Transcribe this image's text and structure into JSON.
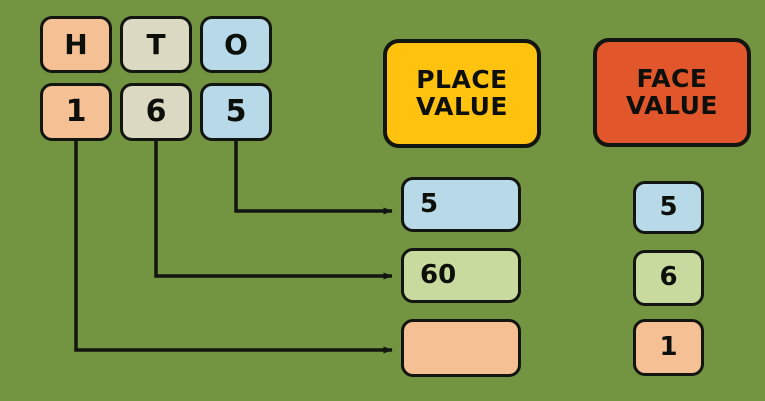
{
  "background_color": "#739440",
  "stroke_color": "#121510",
  "place_value_columns": {
    "headers": [
      {
        "label": "H",
        "name": "hundreds",
        "color": "#f6c095"
      },
      {
        "label": "T",
        "name": "tens",
        "color": "#dcd9c3"
      },
      {
        "label": "O",
        "name": "ones",
        "color": "#b7d9e8"
      }
    ],
    "digits": [
      {
        "value": "1",
        "name": "hundreds-digit",
        "color": "#f6c095"
      },
      {
        "value": "6",
        "name": "tens-digit",
        "color": "#dcd9c3"
      },
      {
        "value": "5",
        "name": "ones-digit",
        "color": "#b7d9e8"
      }
    ],
    "number": "165"
  },
  "place_value_panel": {
    "title_line1": "PLACE",
    "title_line2": "VALUE",
    "title_color": "#ffc20e",
    "boxes": [
      {
        "value": "5",
        "color": "#b7d9e8",
        "name": "place-value-ones"
      },
      {
        "value": "60",
        "color": "#c9da9f",
        "name": "place-value-tens"
      },
      {
        "value": "",
        "color": "#f6c095",
        "name": "place-value-hundreds"
      }
    ]
  },
  "face_value_panel": {
    "title_line1": "FACE",
    "title_line2": "VALUE",
    "title_color": "#e2562b",
    "boxes": [
      {
        "value": "5",
        "color": "#b7d9e8",
        "name": "face-value-ones"
      },
      {
        "value": "6",
        "color": "#c9da9f",
        "name": "face-value-tens"
      },
      {
        "value": "1",
        "color": "#f6c095",
        "name": "face-value-hundreds"
      }
    ]
  },
  "connectors": [
    {
      "from": "ones-digit",
      "to": "place-value-ones"
    },
    {
      "from": "tens-digit",
      "to": "place-value-tens"
    },
    {
      "from": "hundreds-digit",
      "to": "place-value-hundreds"
    }
  ]
}
